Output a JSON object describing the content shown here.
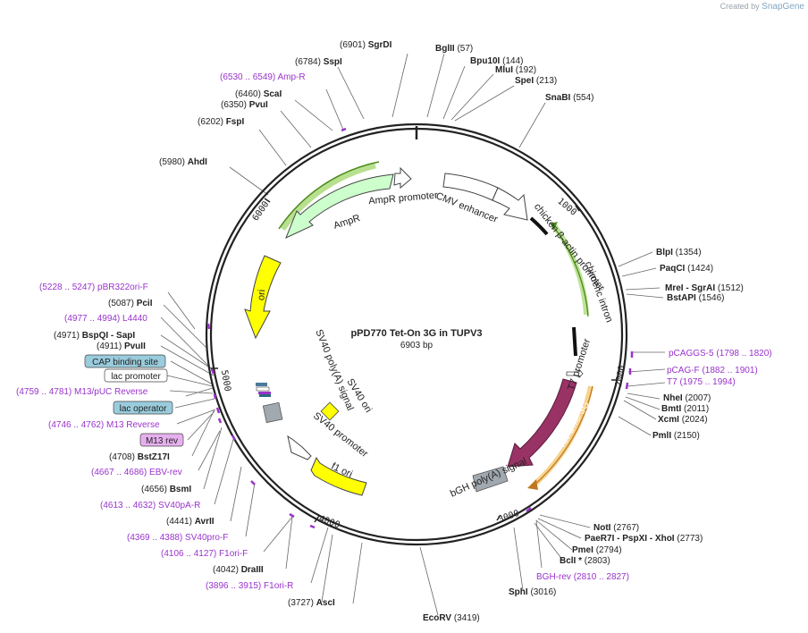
{
  "watermark": {
    "prefix": "Created by",
    "brand": "SnapGene"
  },
  "plasmid": {
    "name": "pPD770 Tet-On 3G in TUPV3",
    "length": "6903 bp"
  },
  "ticks": [
    "1000",
    "2000",
    "3000",
    "4000",
    "5000",
    "6000"
  ],
  "features": {
    "ampr_promoter": "AmpR promoter",
    "ampr": "AmpR",
    "cmv": "CMV enhancer",
    "chicken": "chicken β-actin promoter",
    "chimeric": "chimeric intron",
    "t7prom": "T7 promoter",
    "teton": "Tet-On® 3G",
    "bgh": "bGH poly(A) signal",
    "ori": "ori",
    "sv40pa": "SV40 poly(A) signal",
    "sv40ori": "SV40 ori",
    "sv40prom": "SV40 promoter",
    "f1ori": "f1 ori"
  },
  "sites": [
    {
      "pos": "(6901)",
      "name": "SgrDI"
    },
    {
      "pos": "(57)",
      "name": "BglII"
    },
    {
      "pos": "(144)",
      "name": "Bpu10I"
    },
    {
      "pos": "(192)",
      "name": "MluI"
    },
    {
      "pos": "(213)",
      "name": "SpeI"
    },
    {
      "pos": "(554)",
      "name": "SnaBI"
    },
    {
      "pos": "(6784)",
      "name": "SspI"
    },
    {
      "pos": "(6460)",
      "name": "ScaI"
    },
    {
      "pos": "(6350)",
      "name": "PvuI"
    },
    {
      "pos": "(6202)",
      "name": "FspI"
    },
    {
      "pos": "(5980)",
      "name": "AhdI"
    },
    {
      "pos": "(1354)",
      "name": "BlpI"
    },
    {
      "pos": "(1424)",
      "name": "PaqCI"
    },
    {
      "pos": "(1512)",
      "name": "MreI - SgrAI"
    },
    {
      "pos": "(1546)",
      "name": "BstAPI"
    },
    {
      "pos": "(2007)",
      "name": "NheI"
    },
    {
      "pos": "(2011)",
      "name": "BmtI"
    },
    {
      "pos": "(2024)",
      "name": "XcmI"
    },
    {
      "pos": "(2150)",
      "name": "PmlI"
    },
    {
      "pos": "(5087)",
      "name": "PciI"
    },
    {
      "pos": "(4971)",
      "name": "BspQI - SapI"
    },
    {
      "pos": "(4911)",
      "name": "PvuII"
    },
    {
      "pos": "(4708)",
      "name": "BstZ17I"
    },
    {
      "pos": "(4656)",
      "name": "BsmI"
    },
    {
      "pos": "(4441)",
      "name": "AvrII"
    },
    {
      "pos": "(4042)",
      "name": "DraIII"
    },
    {
      "pos": "(3727)",
      "name": "AscI"
    },
    {
      "pos": "(3419)",
      "name": "EcoRV"
    },
    {
      "pos": "(3016)",
      "name": "SphI"
    },
    {
      "pos": "(2767)",
      "name": "NotI"
    },
    {
      "pos": "(2773)",
      "name": "PaeR7I - PspXI - XhoI"
    },
    {
      "pos": "(2794)",
      "name": "PmeI"
    },
    {
      "pos": "(2803)",
      "name": "BclI *"
    }
  ],
  "primers": [
    {
      "pos": "(6530 .. 6549)",
      "name": "Amp-R"
    },
    {
      "pos": "(1798 .. 1820)",
      "name": "pCAGGS-5"
    },
    {
      "pos": "(1882 .. 1901)",
      "name": "pCAG-F"
    },
    {
      "pos": "(1975 .. 1994)",
      "name": "T7"
    },
    {
      "pos": "(5228 .. 5247)",
      "name": "pBR322ori-F"
    },
    {
      "pos": "(4977 .. 4994)",
      "name": "L4440"
    },
    {
      "pos": "(4759 .. 4781)",
      "name": "M13/pUC Reverse"
    },
    {
      "pos": "(4746 .. 4762)",
      "name": "M13 Reverse"
    },
    {
      "pos": "(4667 .. 4686)",
      "name": "EBV-rev"
    },
    {
      "pos": "(4613 .. 4632)",
      "name": "SV40pA-R"
    },
    {
      "pos": "(4369 .. 4388)",
      "name": "SV40pro-F"
    },
    {
      "pos": "(4106 .. 4127)",
      "name": "F1ori-F"
    },
    {
      "pos": "(3896 .. 3915)",
      "name": "F1ori-R"
    },
    {
      "pos": "(2810 .. 2827)",
      "name": "BGH-rev"
    }
  ],
  "boxes": {
    "cap": "CAP binding site",
    "lacprom": "lac promoter",
    "lacop": "lac operator",
    "m13rev": "M13 rev"
  },
  "colors": {
    "backbone": "#222222",
    "ampr": "#ccffcc",
    "green_glow": "#66bb22",
    "ori": "#ffff00",
    "teton": "#993366",
    "orange_glow": "#f0b040",
    "polyA": "#a0a8b0",
    "primer": "#9933cc",
    "cap_box": "#99ccdd",
    "m13_box": "#e6b0ee"
  }
}
